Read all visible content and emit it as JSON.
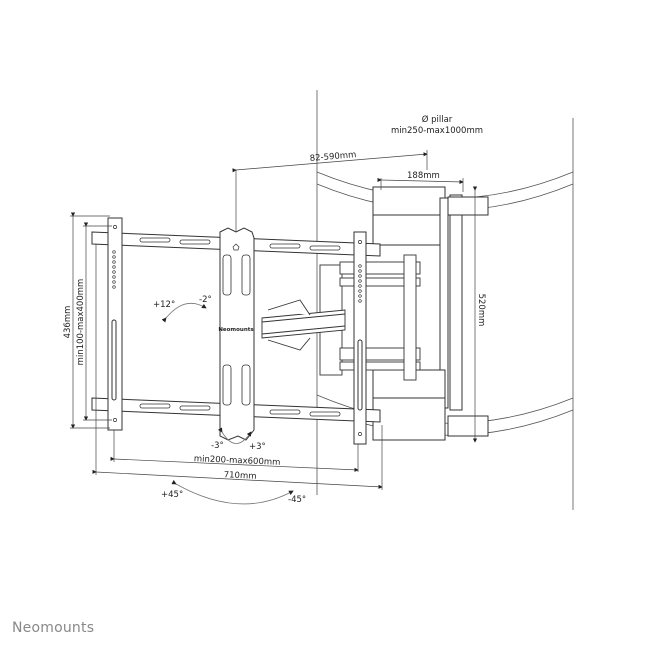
{
  "diagram": {
    "pillar_label": "Ø pillar",
    "pillar_range": "min250-max1000mm",
    "depth_range": "82-590mm",
    "clamp_width": "188mm",
    "clamp_height": "520mm",
    "total_height": "436mm",
    "vesa_vertical": "min100-max400mm",
    "vesa_horizontal": "min200-max600mm",
    "total_width": "710mm",
    "tilt_up": "+12°",
    "tilt_down": "-2°",
    "rotate_left": "-3°",
    "rotate_right": "+3°",
    "swivel_left": "+45°",
    "swivel_right": "-45°",
    "plate_logo": "Neomounts"
  },
  "footer": {
    "brand": "Neomounts"
  },
  "colors": {
    "line": "#333333",
    "thin_line": "#555555",
    "brand_text": "#888888"
  }
}
